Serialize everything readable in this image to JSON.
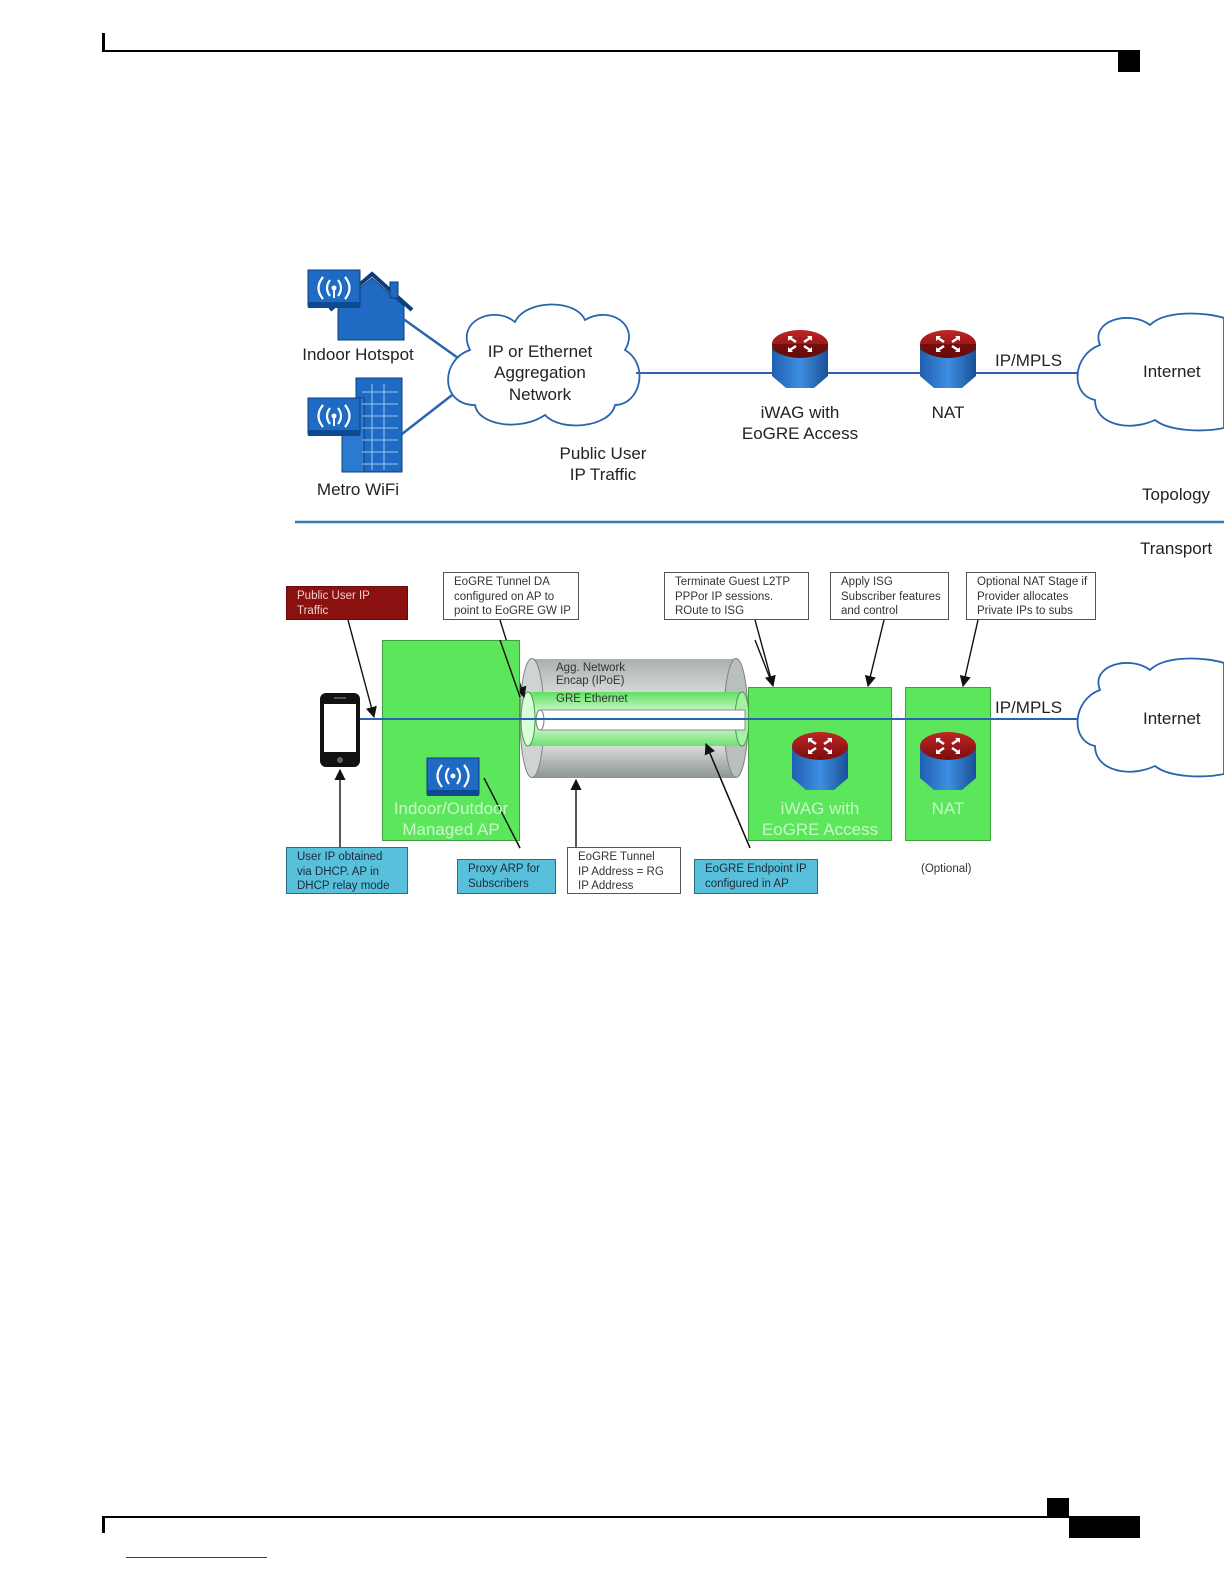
{
  "topology": {
    "indoor_hotspot": "Indoor Hotspot",
    "metro_wifi": "Metro WiFi",
    "agg_network": [
      "IP or Ethernet",
      "Aggregation",
      "Network"
    ],
    "public_traffic": [
      "Public User",
      "IP Traffic"
    ],
    "iwag": [
      "iWAG with",
      "EoGRE Access"
    ],
    "nat": "NAT",
    "ipmpls": "IP/MPLS",
    "internet": "Internet",
    "section_label": "Topology"
  },
  "transport": {
    "section_label": "Transport",
    "public_traffic_note": "Public User IP\nTraffic",
    "notes_top": [
      "EoGRE Tunnel DA\nconfigured on AP to\npoint to EoGRE GW IP",
      "Terminate Guest L2TP\nPPPor IP sessions.\nROute to ISG",
      "Apply ISG\nSubscriber features\nand control",
      "Optional NAT Stage if\nProvider allocates\nPrivate IPs to subs"
    ],
    "agg_encap": [
      "Agg. Network",
      "Encap (IPoE)"
    ],
    "gre_ethernet": "GRE Ethernet",
    "ap_label": [
      "Indoor/Outdoor",
      "Managed AP"
    ],
    "iwag_label": [
      "iWAG with",
      "EoGRE Access"
    ],
    "nat_label": "NAT",
    "ipmpls": "IP/MPLS",
    "internet": "Internet",
    "notes_bottom": {
      "user_ip": "User IP obtained\nvia DHCP. AP in\nDHCP relay mode",
      "proxy_arp": "Proxy ARP for\nSubscribers",
      "tunnel_ip": "EoGRE Tunnel\nIP Address = RG\nIP Address",
      "endpoint_ip": "EoGRE Endpoint IP\nconfigured in AP"
    },
    "optional": "(Optional)"
  }
}
